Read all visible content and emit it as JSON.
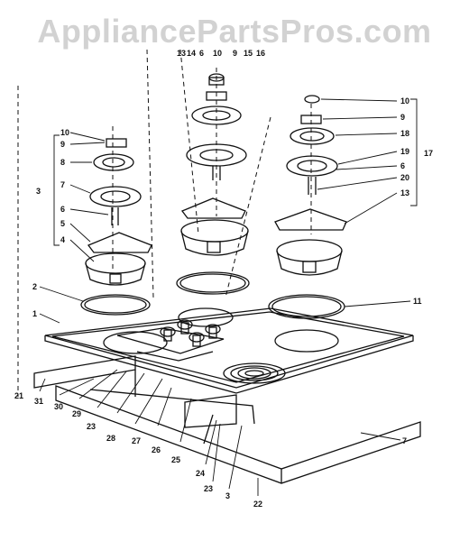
{
  "watermark": "AppliancePartsPros.com",
  "callouts": {
    "c13": "13",
    "c14": "14",
    "c6t": "6",
    "c10t": "10",
    "c9t": "9",
    "c15": "15",
    "c16": "16",
    "c10l": "10",
    "c9l": "9",
    "c8l": "8",
    "c3": "3",
    "c7": "7",
    "c6l": "6",
    "c5": "5",
    "c4": "4",
    "c2": "2",
    "c1": "1",
    "c10r": "10",
    "c9r": "9",
    "c18": "18",
    "c19": "19",
    "c6r": "6",
    "c20": "20",
    "c13r": "13",
    "c17": "17",
    "c11": "11",
    "c21": "21",
    "c31": "31",
    "c30": "30",
    "c29": "29",
    "c23a": "23",
    "c28": "28",
    "c27": "27",
    "c26": "26",
    "c25": "25",
    "c24": "24",
    "c23b": "23",
    "c3b": "3",
    "c22": "22",
    "c7b": "7"
  }
}
